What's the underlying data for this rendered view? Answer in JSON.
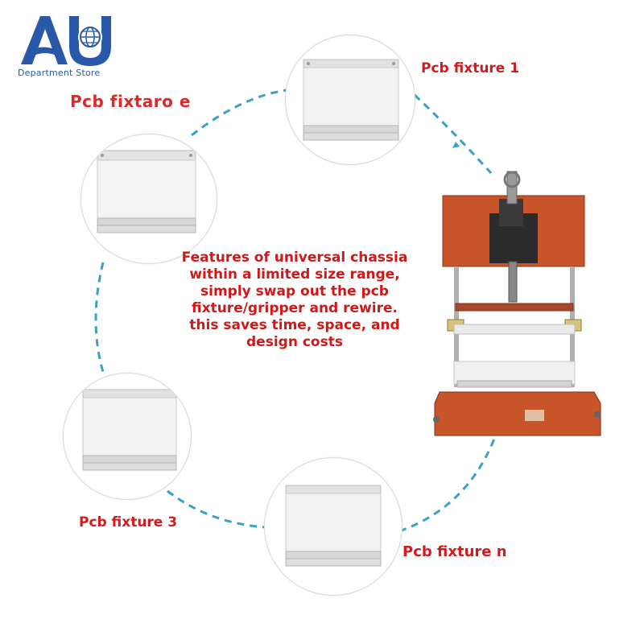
{
  "brand": {
    "logo_letters": "AU",
    "logo_subtitle": "Department Store",
    "brand_color": "#2a58a8"
  },
  "labels": {
    "fixture_1": "Pcb fixture 1",
    "fixture_2": "Pcb fixtaro e",
    "fixture_3": "Pcb fixture 3",
    "fixture_n": "Pcb fixture n"
  },
  "feature_text": {
    "line1": "Features of universal chassia",
    "line2": "within a limited size range,",
    "line3": "simply swap out the pcb",
    "line4": "fixture/gripper and rewire.",
    "line5": "this saves time, space, and",
    "line6": "design costs"
  },
  "colors": {
    "label_red": "#d41a1a",
    "dash_blue": "#3aa0c8",
    "machine_orange": "#c8542a"
  }
}
